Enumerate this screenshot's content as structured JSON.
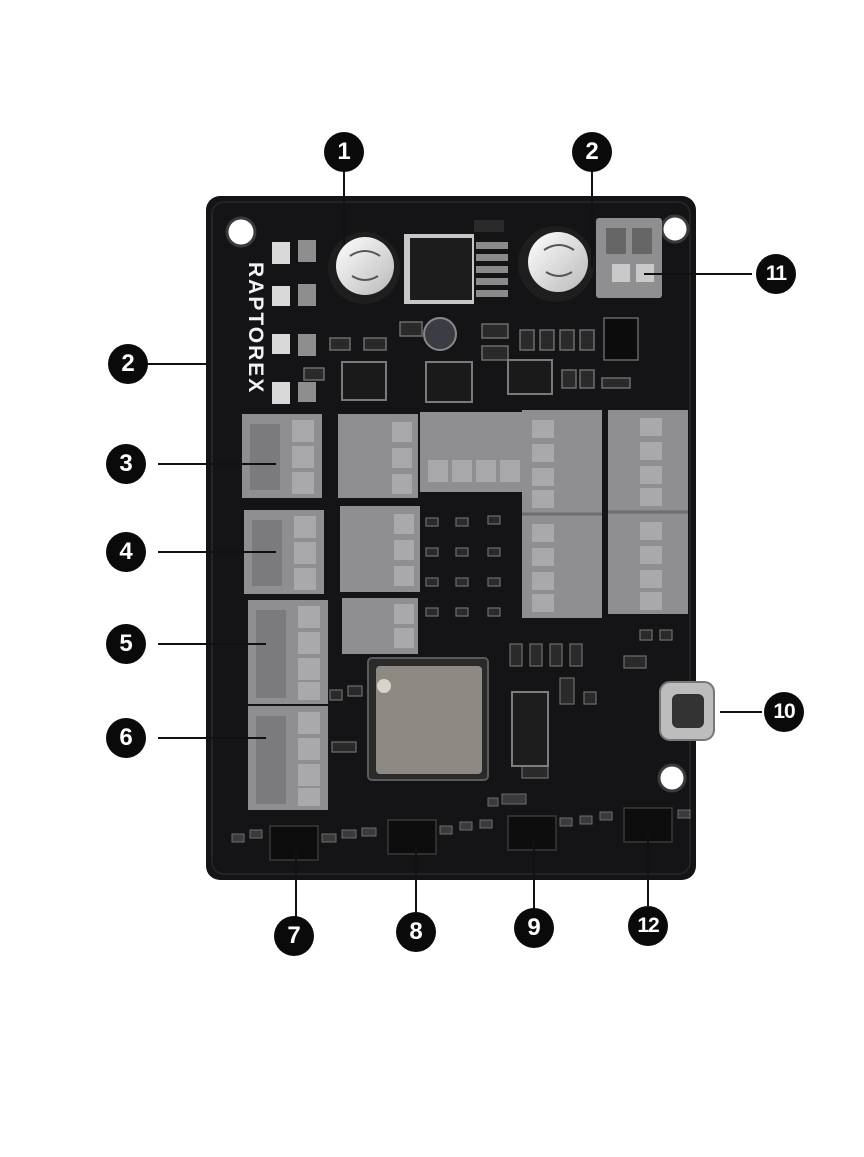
{
  "board": {
    "brand_text": "RAPTOREX",
    "pcb_color": "#141416",
    "terminal_color": "#8f8f92"
  },
  "callouts": [
    {
      "label": "1",
      "target": "electrolytic-capacitor-left"
    },
    {
      "label": "2",
      "target": "electrolytic-capacitor-right"
    },
    {
      "label": "2",
      "target": "board-left-edge"
    },
    {
      "label": "3",
      "target": "terminal-block-3"
    },
    {
      "label": "4",
      "target": "terminal-block-4"
    },
    {
      "label": "5",
      "target": "terminal-block-5"
    },
    {
      "label": "6",
      "target": "terminal-block-6"
    },
    {
      "label": "7",
      "target": "connector-7"
    },
    {
      "label": "8",
      "target": "connector-8"
    },
    {
      "label": "9",
      "target": "connector-9"
    },
    {
      "label": "10",
      "target": "usb-c-port"
    },
    {
      "label": "11",
      "target": "power-terminal-11"
    },
    {
      "label": "12",
      "target": "connector-12"
    }
  ]
}
